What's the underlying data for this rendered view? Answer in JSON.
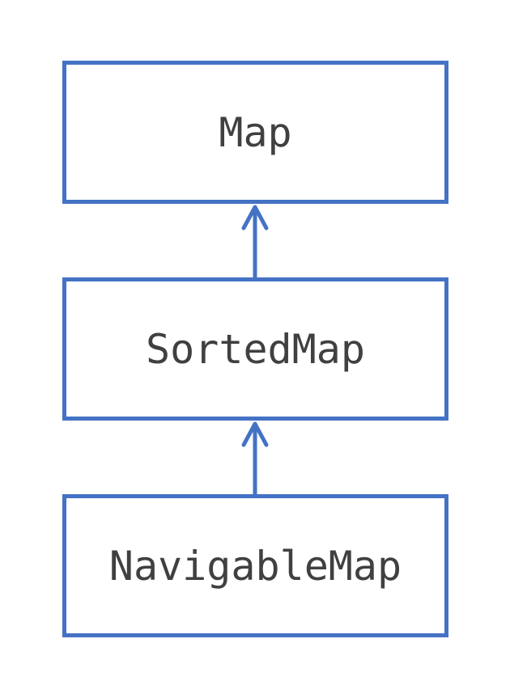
{
  "diagram": {
    "nodes": [
      {
        "id": "map",
        "label": "Map"
      },
      {
        "id": "sortedmap",
        "label": "SortedMap"
      },
      {
        "id": "navigablemap",
        "label": "NavigableMap"
      }
    ],
    "edges": [
      {
        "from": "sortedmap",
        "to": "map"
      },
      {
        "from": "navigablemap",
        "to": "sortedmap"
      }
    ],
    "colors": {
      "border": "#4472c4",
      "arrow": "#4472c4",
      "text": "#404040",
      "background": "#ffffff"
    }
  }
}
